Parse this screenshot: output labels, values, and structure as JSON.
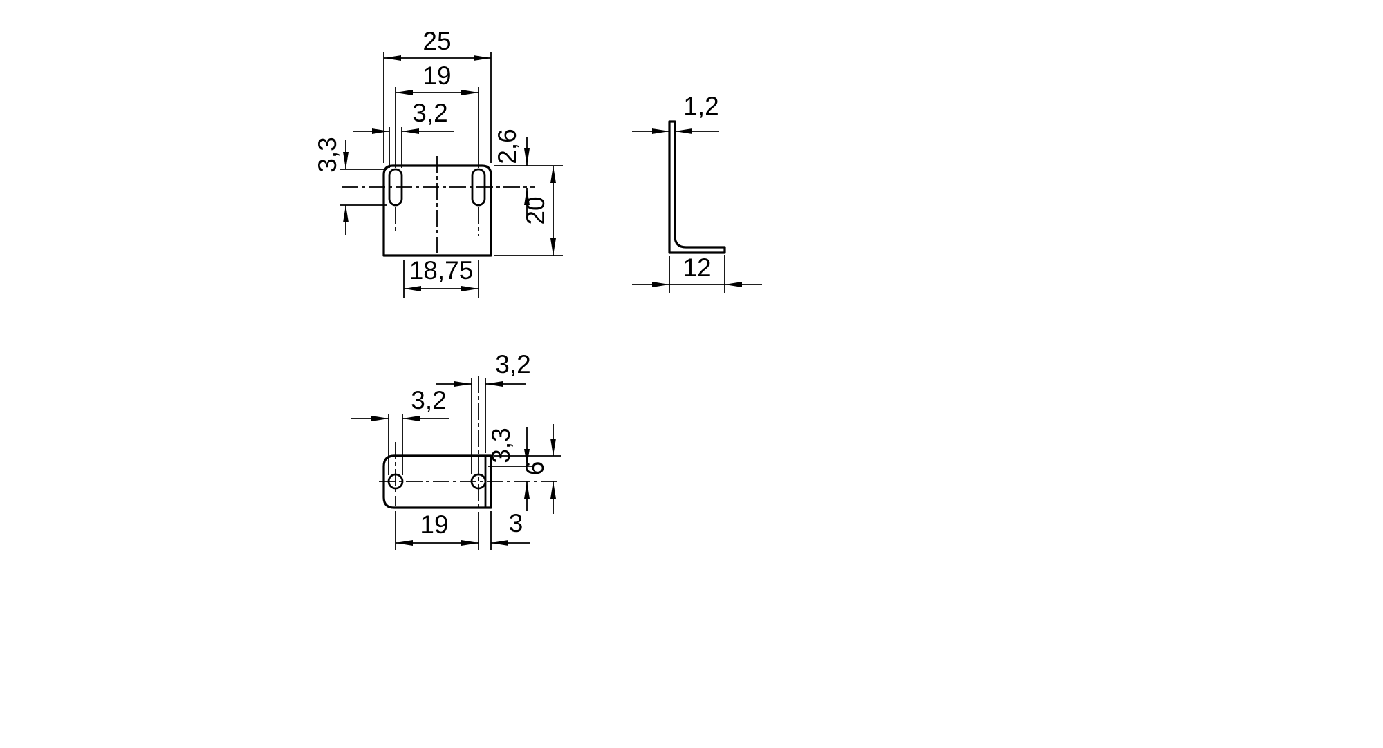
{
  "drawing": {
    "colors": {
      "line": "#000000",
      "background": "#ffffff"
    },
    "front_view": {
      "width": "25",
      "hole_spacing": "19",
      "slot_width": "3,2",
      "slot_length": "3,3",
      "top_to_hole": "2,6",
      "height": "20",
      "bottom_width": "18,75"
    },
    "side_view": {
      "thickness": "1,2",
      "depth": "12"
    },
    "bottom_view": {
      "right_hole_width": "3,2",
      "left_hole_width": "3,2",
      "hole_offset": "3,3",
      "top_edge_to_hole": "6",
      "hole_spacing": "19",
      "hole_to_edge": "3"
    }
  }
}
